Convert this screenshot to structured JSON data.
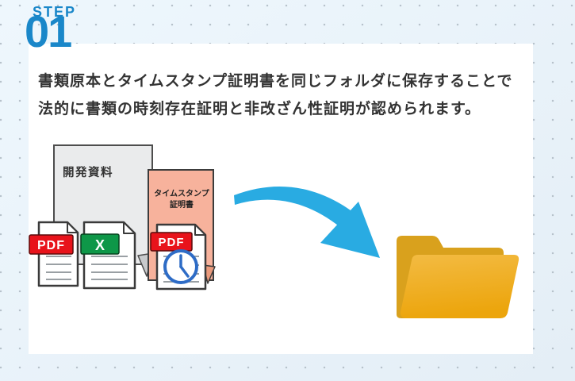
{
  "step": {
    "label": "STEP",
    "number": "01"
  },
  "description": {
    "line1": "書類原本とタイムスタンプ証明書を同じフォルダに保存することで",
    "line2": "法的に書類の時刻存在証明と非改ざん性証明が認められます。"
  },
  "illustration": {
    "source_document_label": "開発資料",
    "timestamp_document_label_line1": "タイムスタンプ",
    "timestamp_document_label_line2": "証明書",
    "pdf_file_badge": "PDF",
    "excel_file_badge": "X",
    "timestamp_pdf_badge": "PDF"
  },
  "colors": {
    "accent_blue": "#1a87c9",
    "arrow_blue": "#29abe2",
    "pdf_red": "#e8131b",
    "excel_green": "#0e9748",
    "clock_blue": "#2e6cc6",
    "doc_gray": "#eaebec",
    "doc_gray_fold": "#c8cacc",
    "doc_pink": "#f7b29c",
    "doc_pink_fold": "#ea9a7c",
    "folder_back": "#d9a11d",
    "folder_front": "#eeab15",
    "line_gray": "#9aa0a4"
  }
}
